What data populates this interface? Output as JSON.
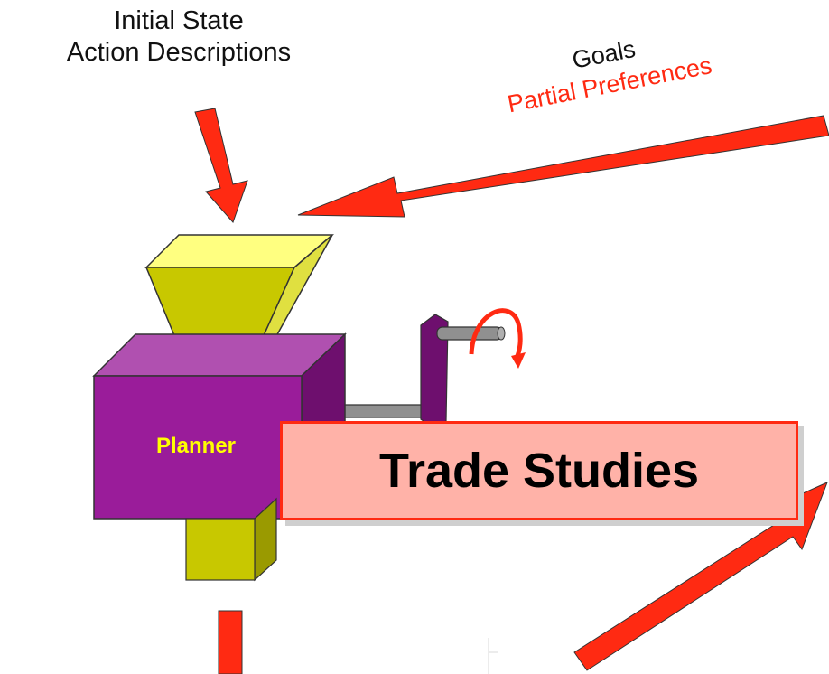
{
  "inputs": {
    "line1": "Initial State",
    "line2": "Action Descriptions"
  },
  "goals": {
    "line1": "Goals",
    "line2": "Partial Preferences"
  },
  "machine": {
    "label": "Planner"
  },
  "output": {
    "label": "Trade Studies"
  },
  "colors": {
    "arrow": "#ff2a12",
    "hopper": "#ffff80",
    "hopper_side": "#c8c800",
    "box_front": "#9a1c9a",
    "box_top": "#b050b0",
    "box_side": "#6e0f6e",
    "planner_text": "#ffff00",
    "trade_fill": "#ffb2a8",
    "trade_border": "#ff2a12"
  },
  "icons": {
    "rotation": "curved-rotation-arrow-icon"
  }
}
